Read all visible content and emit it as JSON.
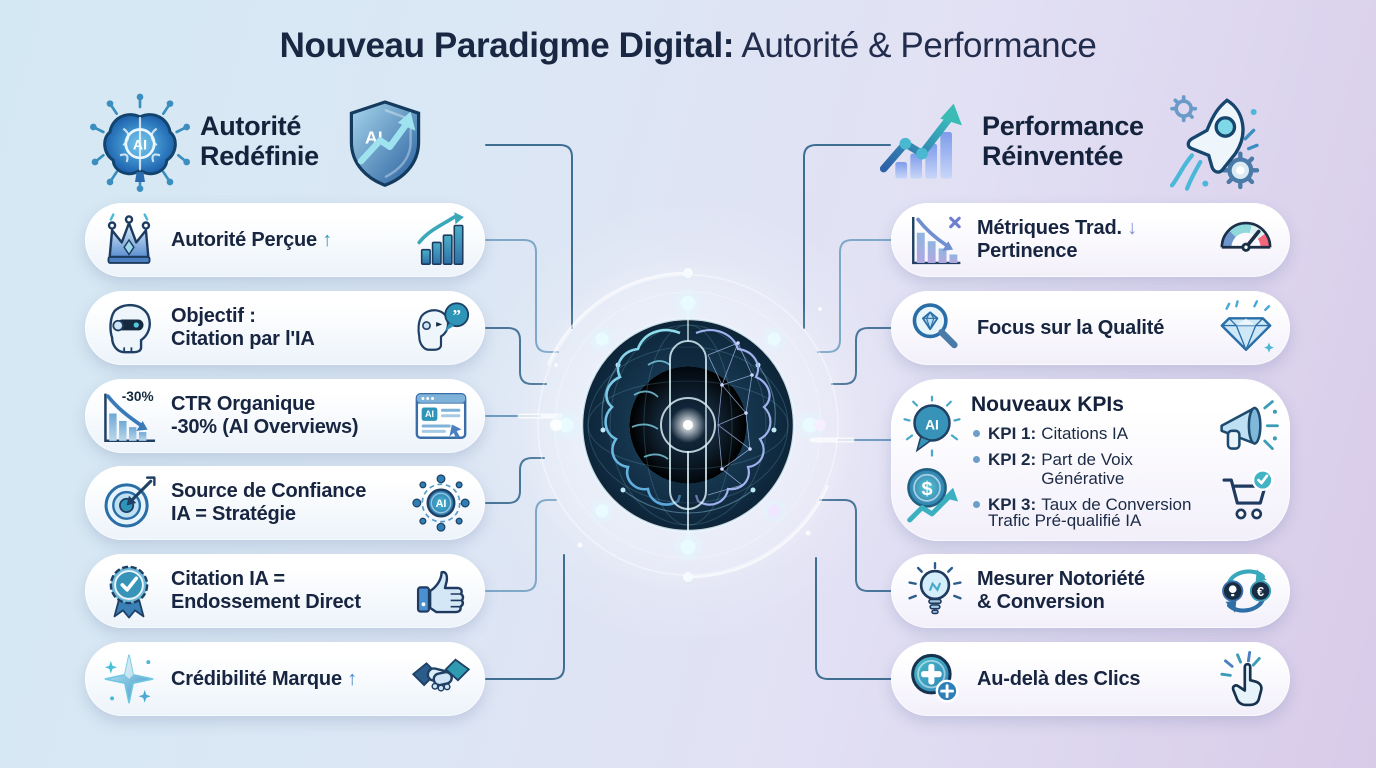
{
  "title": {
    "strong": "Nouveau Paradigme Digital:",
    "light": " Autorité & Performance"
  },
  "colors": {
    "accent_teal": "#2b9fb3",
    "accent_blue": "#4189c8",
    "accent_lavender": "#7e8ed8",
    "navy_text": "#182540",
    "connector": "#4a7699",
    "bg_left": "#d4e8f3",
    "bg_right": "#d8cbe9"
  },
  "icon_text": {
    "ai": "AI",
    "dollar": "$",
    "euro": "€",
    "quote": "”",
    "cross": "✕"
  },
  "left_column": {
    "header": {
      "line1": "Autorité",
      "line2": "Redéfinie",
      "icon_left": "ai-brain-icon",
      "icon_right": "ai-shield-arrow-icon"
    },
    "items": [
      {
        "line1": "Autorité Perçue",
        "arrow": "↑",
        "icon_left": "crown-icon",
        "icon_right": "rising-bars-icon"
      },
      {
        "line1": "Objectif :",
        "line2": "Citation par l'IA",
        "icon_left": "robot-head-icon",
        "icon_right": "robot-quote-icon"
      },
      {
        "line1": "CTR Organique",
        "line2": "-30% (AI Overviews)",
        "badge": "-30%",
        "icon_left": "declining-chart-icon",
        "icon_right": "browser-ai-icon"
      },
      {
        "line1": "Source de Confiance",
        "line2": "IA = Stratégie",
        "icon_left": "target-icon",
        "icon_right": "ai-network-icon"
      },
      {
        "line1": "Citation IA =",
        "line2": "Endossement Direct",
        "icon_left": "badge-check-icon",
        "icon_right": "thumbs-up-icon"
      },
      {
        "line1": "Crédibilité Marque",
        "arrow": "↑",
        "icon_left": "sparkle-icon",
        "icon_right": "handshake-icon"
      }
    ]
  },
  "right_column": {
    "header": {
      "line1": "Performance",
      "line2": "Réinventée",
      "icon_left": "growth-arrow-icon",
      "icon_right": "rocket-gears-icon"
    },
    "items": [
      {
        "line1": "Métriques Trad.",
        "arrow": "↓",
        "line2": "Pertinence",
        "icon_left": "declining-bars-x-icon",
        "icon_right": "gauge-icon"
      },
      {
        "line1": "Focus sur la Qualité",
        "icon_left": "magnifier-diamond-icon",
        "icon_right": "diamond-icon"
      },
      {
        "title": "Nouveaux KPIs",
        "icon_left_top": "ai-bubble-icon",
        "icon_left_bottom": "dollar-growth-icon",
        "icon_right_top": "megaphone-icon",
        "icon_right_bottom": "cart-check-icon",
        "kpis": [
          {
            "label": "KPI 1:",
            "text": "Citations IA"
          },
          {
            "label": "KPI 2:",
            "text": "Part de Voix Générative"
          },
          {
            "label": "KPI 3:",
            "text": "Taux de Conversion",
            "text2": "Trafic Pré-qualifié IA"
          }
        ]
      },
      {
        "line1": "Mesurer Notoriété",
        "line2": "& Conversion",
        "icon_left": "lightbulb-icon",
        "icon_right": "cycle-euro-icon"
      },
      {
        "line1": "Au-delà des Clics",
        "icon_left": "plus-circles-icon",
        "icon_right": "click-hand-icon"
      }
    ]
  },
  "center": {
    "graphic": "ai-brain-core-graphic"
  }
}
